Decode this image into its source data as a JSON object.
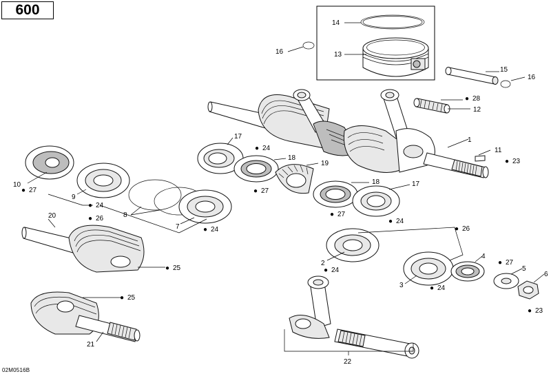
{
  "header": {
    "model": "600"
  },
  "footer": {
    "diagram_code": "02M0516B"
  },
  "callouts": {
    "c1": "1",
    "c2": "2",
    "c3": "3",
    "c4": "4",
    "c5": "5",
    "c6": "6",
    "c7": "7",
    "c8": "8",
    "c9": "9",
    "c10": "10",
    "c11": "11",
    "c12": "12",
    "c13": "13",
    "c14": "14",
    "c15": "15",
    "c16a": "16",
    "c16b": "16",
    "c17a": "17",
    "c17b": "17",
    "c18a": "18",
    "c18b": "18",
    "c19": "19",
    "c20": "20",
    "c21": "21",
    "c22": "22"
  },
  "lube_refs": {
    "r28": "28",
    "r24a": "24",
    "r23a": "23",
    "r27a": "27",
    "r24b": "24",
    "r26a": "26",
    "r27b": "27",
    "r27c": "27",
    "r24c": "24",
    "r24d": "24",
    "r25a": "25",
    "r26b": "26",
    "r24e": "24",
    "r27d": "27",
    "r24f": "24",
    "r23b": "23",
    "r25b": "25"
  },
  "colors": {
    "line": "#111111",
    "shade": "#bdbdbd",
    "light": "#e8e8e8"
  },
  "icons": {
    "lube": "oil-drop-icon"
  }
}
